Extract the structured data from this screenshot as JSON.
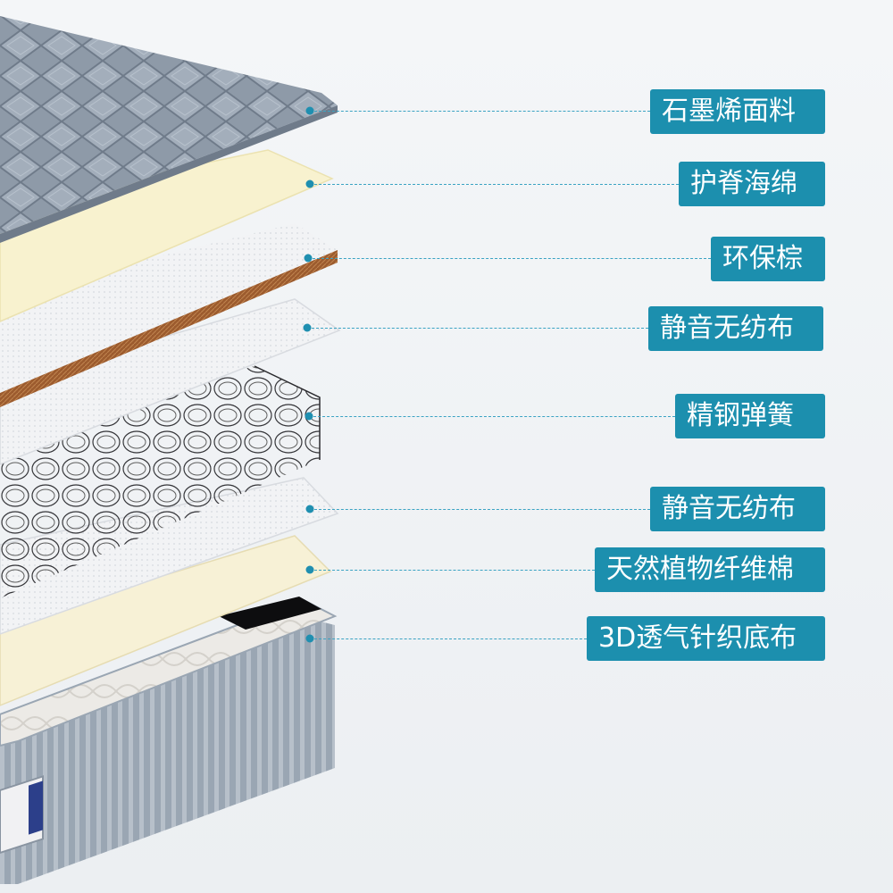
{
  "colors": {
    "label_bg": "#1c8fae",
    "leader": "#3aa3c3",
    "dot": "#1f8fb0"
  },
  "layers": [
    {
      "label": "石墨烯面料"
    },
    {
      "label": "护脊海绵"
    },
    {
      "label": "环保棕"
    },
    {
      "label": "静音无纺布"
    },
    {
      "label": "精钢弹簧"
    },
    {
      "label": "静音无纺布"
    },
    {
      "label": "天然植物纤维棉"
    },
    {
      "label": "3D透气针织底布"
    }
  ]
}
